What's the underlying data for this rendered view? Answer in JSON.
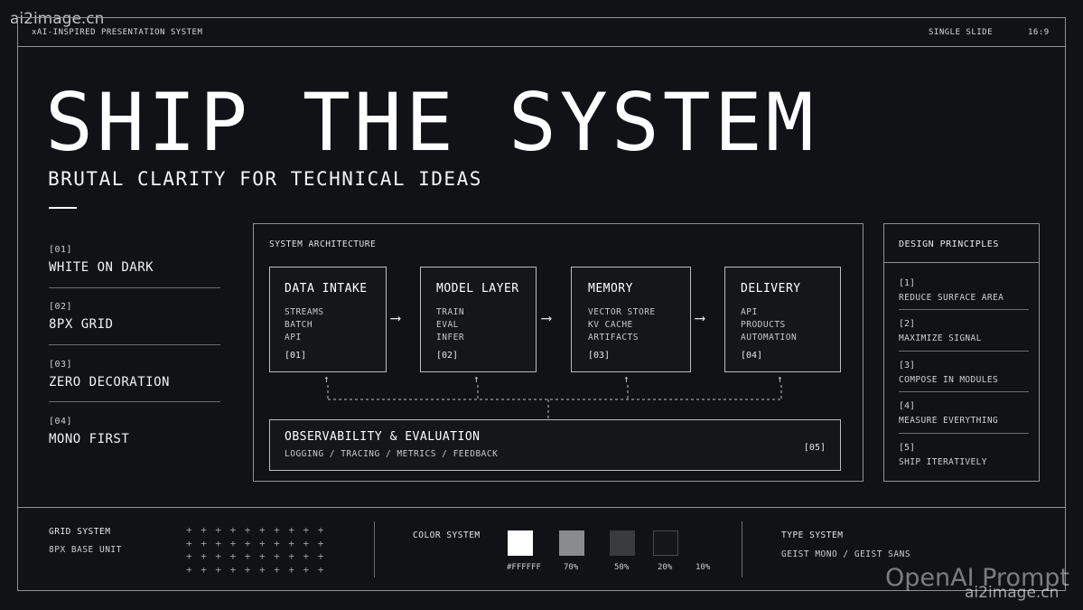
{
  "watermark_top": "ai2image.cn",
  "watermark_bottom_big": "OpenAI Prompt",
  "watermark_bottom_small": "ai2image.cn",
  "header": {
    "left": "xAI-INSPIRED PRESENTATION SYSTEM",
    "mode": "SINGLE SLIDE",
    "ratio": "16:9"
  },
  "hero": {
    "title": "SHIP THE SYSTEM",
    "subtitle": "BRUTAL CLARITY FOR TECHNICAL IDEAS"
  },
  "left_items": [
    {
      "num": "[01]",
      "label": "WHITE ON DARK"
    },
    {
      "num": "[02]",
      "label": "8PX GRID"
    },
    {
      "num": "[03]",
      "label": "ZERO DECORATION"
    },
    {
      "num": "[04]",
      "label": "MONO FIRST"
    }
  ],
  "architecture": {
    "title": "SYSTEM ARCHITECTURE",
    "nodes": [
      {
        "title": "DATA INTAKE",
        "items": [
          "STREAMS",
          "BATCH",
          "API"
        ],
        "num": "[01]"
      },
      {
        "title": "MODEL LAYER",
        "items": [
          "TRAIN",
          "EVAL",
          "INFER"
        ],
        "num": "[02]"
      },
      {
        "title": "MEMORY",
        "items": [
          "VECTOR STORE",
          "KV CACHE",
          "ARTIFACTS"
        ],
        "num": "[03]"
      },
      {
        "title": "DELIVERY",
        "items": [
          "API",
          "PRODUCTS",
          "AUTOMATION"
        ],
        "num": "[04]"
      }
    ],
    "arrow": "⟶",
    "up_arrow": "↑",
    "observability": {
      "title": "OBSERVABILITY & EVALUATION",
      "subtitle": "LOGGING / TRACING / METRICS / FEEDBACK",
      "num": "[05]"
    }
  },
  "principles": {
    "title": "DESIGN PRINCIPLES",
    "items": [
      {
        "num": "[1]",
        "label": "REDUCE SURFACE AREA"
      },
      {
        "num": "[2]",
        "label": "MAXIMIZE SIGNAL"
      },
      {
        "num": "[3]",
        "label": "COMPOSE IN MODULES"
      },
      {
        "num": "[4]",
        "label": "MEASURE EVERYTHING"
      },
      {
        "num": "[5]",
        "label": "SHIP ITERATIVELY"
      }
    ]
  },
  "footer": {
    "grid_title": "GRID SYSTEM",
    "grid_sub": "8PX BASE UNIT",
    "plus": "+",
    "color_title": "COLOR SYSTEM",
    "swatches": [
      {
        "label": "#FFFFFF",
        "color": "#ffffff"
      },
      {
        "label": "70%",
        "color": "#8a8b8f"
      },
      {
        "label": "50%",
        "color": "#3a3b3f"
      },
      {
        "label": "20%",
        "color": "#15161a"
      },
      {
        "label": "10%",
        "color": ""
      }
    ],
    "type_title": "TYPE SYSTEM",
    "type_sub": "GEIST MONO / GEIST SANS"
  }
}
